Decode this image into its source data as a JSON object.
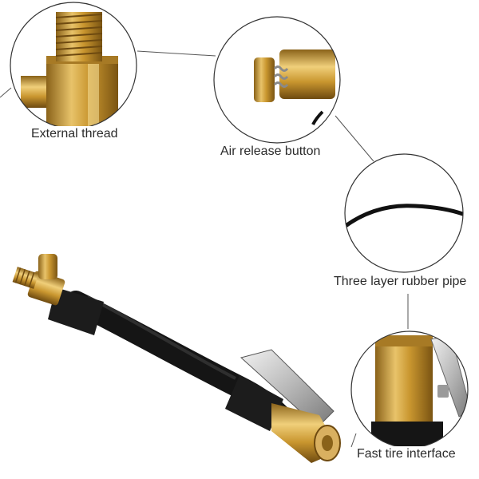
{
  "callouts": {
    "external_thread": "External thread",
    "air_release_button": "Air release button",
    "rubber_pipe": "Three layer rubber pipe",
    "fast_tire_interface": "Fast tire interface"
  },
  "colors": {
    "brass": "#c9962f",
    "brass_light": "#e8c36a",
    "brass_dark": "#8a6219",
    "hose": "#151515",
    "chrome": "#c8c8c8",
    "circle_outline": "#333333",
    "background": "#ffffff"
  }
}
